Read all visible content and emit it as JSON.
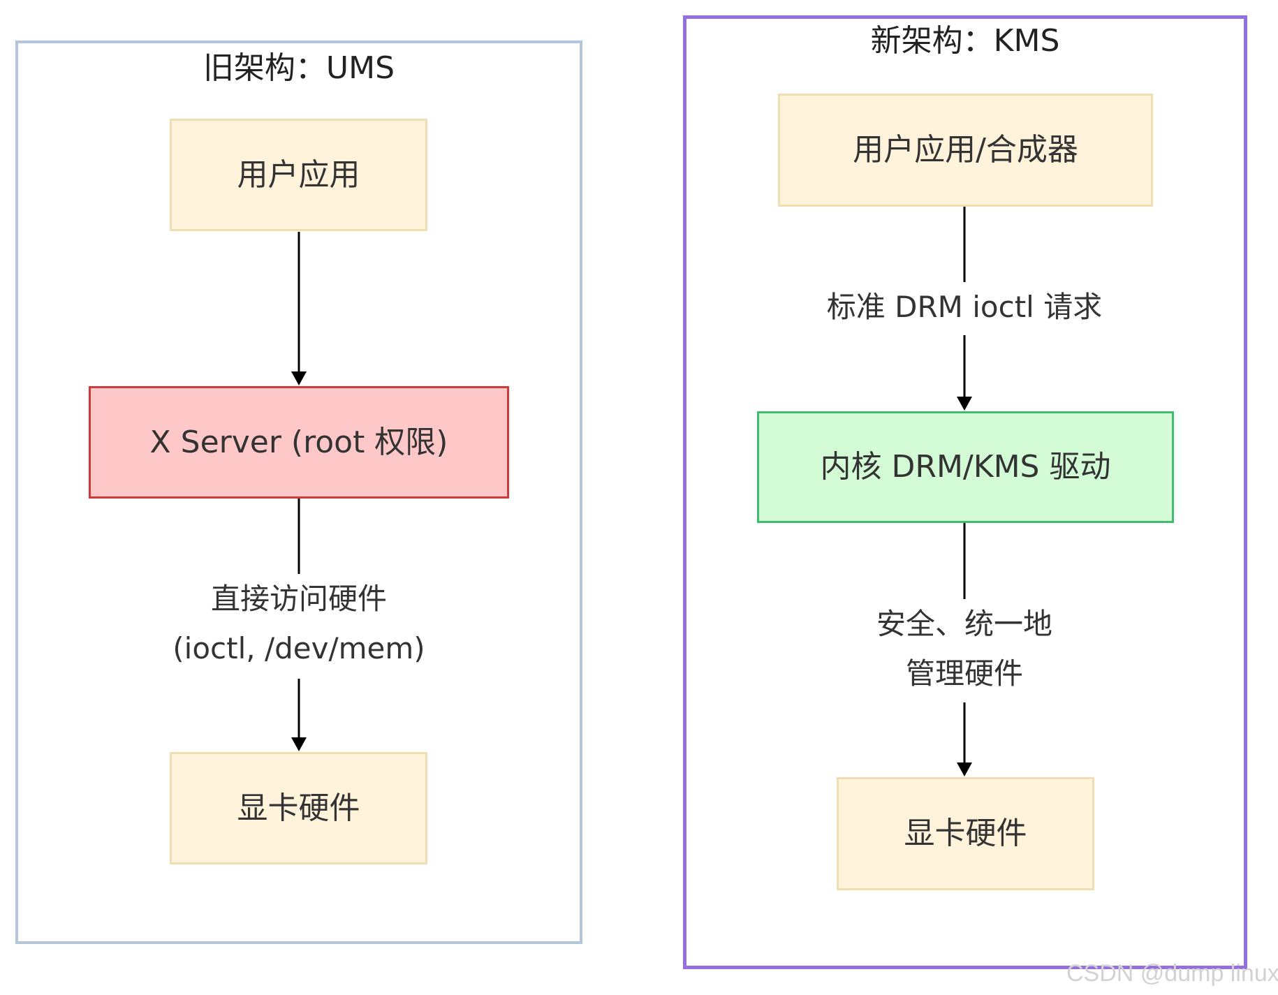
{
  "old_architecture": {
    "title": "旧架构：UMS",
    "nodes": {
      "user_app": "用户应用",
      "x_server": "X Server (root 权限)",
      "gpu": "显卡硬件"
    },
    "edges": {
      "xserver_to_gpu_line1": "直接访问硬件",
      "xserver_to_gpu_line2": "(ioctl, /dev/mem)"
    }
  },
  "new_architecture": {
    "title": "新架构：KMS",
    "nodes": {
      "user_app": "用户应用/合成器",
      "kernel_driver": "内核 DRM/KMS 驱动",
      "gpu": "显卡硬件"
    },
    "edges": {
      "app_to_kernel": "标准 DRM ioctl 请求",
      "kernel_to_gpu_line1": "安全、统一地",
      "kernel_to_gpu_line2": "管理硬件"
    }
  },
  "colors": {
    "old_cluster_border": "#b3c6dc",
    "new_cluster_border": "#9370db",
    "hardware_node_fill": "#fff3dc",
    "x_server_fill": "#ffc8c8",
    "x_server_border": "#d13a3a",
    "drm_node_fill": "#d3fbd6",
    "drm_node_border": "#3ebd6f"
  },
  "watermark": "CSDN @dump linux"
}
